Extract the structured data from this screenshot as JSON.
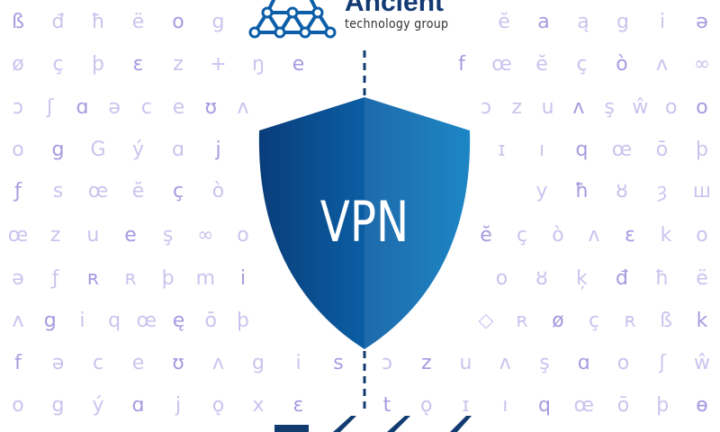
{
  "logo": {
    "name": "Ancient",
    "tagline": "technology group"
  },
  "shield": {
    "label": "VPN",
    "color_left": "#0a3d7a",
    "color_right": "#0a7cc0"
  },
  "glyph_rows": [
    [
      "ß",
      "đ",
      "ħ",
      "ë",
      "o",
      "g",
      "",
      "",
      "",
      "",
      "",
      "ĕ",
      "a",
      "ą",
      "g",
      "i",
      "ə"
    ],
    [
      "ø",
      "ç",
      "þ",
      "ɛ",
      "z",
      "+",
      "ŋ",
      "e",
      "",
      "",
      "",
      "f",
      "œ",
      "ĕ",
      "ç",
      "ò",
      "ʌ",
      "∞"
    ],
    [
      "ɔ",
      "ʃ",
      "ɑ",
      "ə",
      "c",
      "e",
      "ʊ",
      "ʌ",
      "",
      "",
      "",
      "ɔ",
      "z",
      "u",
      "ʌ",
      "ş",
      "ŵ",
      "o",
      "o"
    ],
    [
      "o",
      "g",
      "G",
      "ý",
      "ɑ",
      "j",
      "",
      "",
      "",
      "",
      "",
      "ɪ",
      "ı",
      "q",
      "œ",
      "ō",
      "þ"
    ],
    [
      "ƒ",
      "s",
      "œ",
      "ĕ",
      "ç",
      "ò",
      "",
      "",
      "",
      "",
      "",
      "y",
      "ħ",
      "ȣ",
      "ȝ",
      "ш"
    ],
    [
      "œ",
      "z",
      "u",
      "e",
      "ş",
      "∞",
      "o",
      "",
      "",
      "",
      "",
      "ĕ",
      "ç",
      "ò",
      "ʌ",
      "ɛ",
      "k",
      "o"
    ],
    [
      "ə",
      "ƒ",
      "ʀ",
      "ʀ",
      "þ",
      "m",
      "i",
      "",
      "",
      "",
      "",
      "o",
      "ȣ",
      "ķ",
      "đ",
      "ħ",
      "ë"
    ],
    [
      "ʌ",
      "g",
      "i",
      "q",
      "œ",
      "ę",
      "ō",
      "þ",
      "",
      "",
      "",
      "◇",
      "ʀ",
      "ø",
      "ç",
      "ʀ",
      "ß",
      "k"
    ],
    [
      "f",
      "ə",
      "c",
      "e",
      "ʊ",
      "ʌ",
      "g",
      "i",
      "s",
      "",
      "",
      "ɔ",
      "z",
      "u",
      "ʌ",
      "ş",
      "ɑ",
      "o",
      "ʃ",
      "ŵ"
    ],
    [
      "o",
      "g",
      "ý",
      "ɑ",
      "j",
      "ǫ",
      "x",
      "ɛ",
      "",
      "",
      "",
      "t",
      "ǫ",
      "ɪ",
      "ı",
      "q",
      "œ",
      "ō",
      "þ",
      "ɵ"
    ]
  ]
}
